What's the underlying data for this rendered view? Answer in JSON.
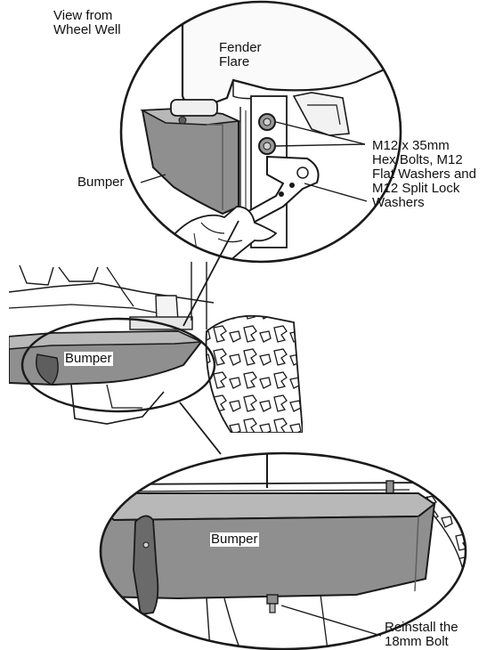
{
  "labels": {
    "view_from": "View from\nWheel Well",
    "fender_flare": "Fender\nFlare",
    "bumper_top": "Bumper",
    "hardware": "M12 x 35mm\nHex Bolts, M12\nFlat Washers and\nM12 Split Lock\nWashers",
    "bumper_mid": "Bumper",
    "bumper_bottom": "Bumper",
    "reinstall": "Reinstall the\n18mm Bolt"
  },
  "colors": {
    "line": "#1a1a1a",
    "bumper_fill": "#8f8f8f",
    "bumper_dark": "#5e5e5e",
    "bumper_light": "#b8b8b8",
    "hardware_fill": "#9a9a9a"
  }
}
